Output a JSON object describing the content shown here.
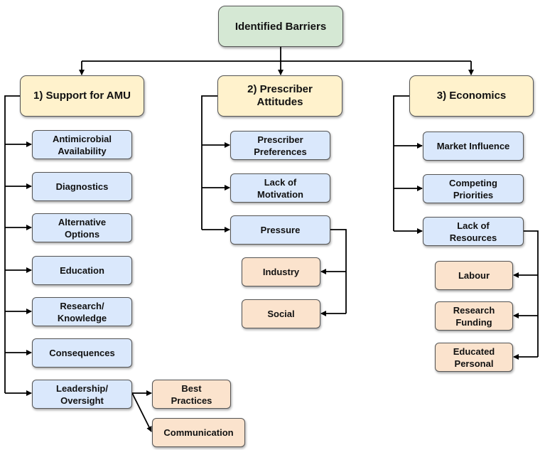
{
  "root": "Identified Barriers",
  "categories": {
    "support": {
      "title": "1) Support for AMU",
      "items": [
        "Antimicrobial\nAvailability",
        "Diagnostics",
        "Alternative\nOptions",
        "Education",
        "Research/\nKnowledge",
        "Consequences",
        "Leadership/\nOversight"
      ],
      "leadership_sub": [
        "Best\nPractices",
        "Communication"
      ]
    },
    "prescriber": {
      "title": "2) Prescriber\nAttitudes",
      "items": [
        "Prescriber\nPreferences",
        "Lack of\nMotivation",
        "Pressure"
      ],
      "pressure_sub": [
        "Industry",
        "Social"
      ]
    },
    "economics": {
      "title": "3) Economics",
      "items": [
        "Market Influence",
        "Competing\nPriorities",
        "Lack of\nResources"
      ],
      "resources_sub": [
        "Labour",
        "Research\nFunding",
        "Educated\nPersonal"
      ]
    }
  },
  "colors": {
    "root_fill": "#d5e8d4",
    "category_fill": "#fff2cc",
    "item_fill": "#dae8fc",
    "sub_item_fill": "#fbe3cd",
    "line": "#000000"
  }
}
